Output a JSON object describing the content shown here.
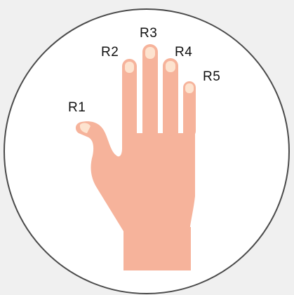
{
  "colors": {
    "background": "#f0f0f0",
    "circle_fill": "#ffffff",
    "circle_stroke": "#4a4a4a",
    "skin": "#f6b39b",
    "nail": "#fde3cf",
    "label": "#111111"
  },
  "hand": {
    "side": "right",
    "fingers": [
      {
        "id": "R1",
        "label": "R1",
        "finger": "thumb"
      },
      {
        "id": "R2",
        "label": "R2",
        "finger": "index"
      },
      {
        "id": "R3",
        "label": "R3",
        "finger": "middle"
      },
      {
        "id": "R4",
        "label": "R4",
        "finger": "ring"
      },
      {
        "id": "R5",
        "label": "R5",
        "finger": "little"
      }
    ]
  }
}
